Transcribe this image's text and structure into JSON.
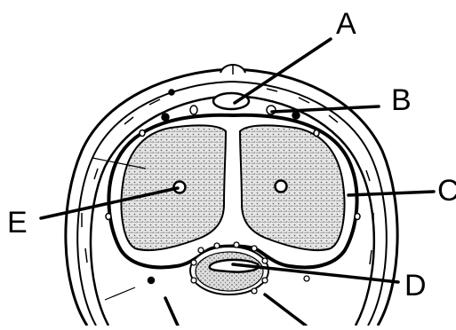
{
  "labels": {
    "a": "A",
    "b": "B",
    "c": "C",
    "d": "D",
    "e": "E"
  },
  "colors": {
    "ink": "#000000",
    "tissue_fill": "#d9d9d9",
    "background": "#ffffff"
  }
}
